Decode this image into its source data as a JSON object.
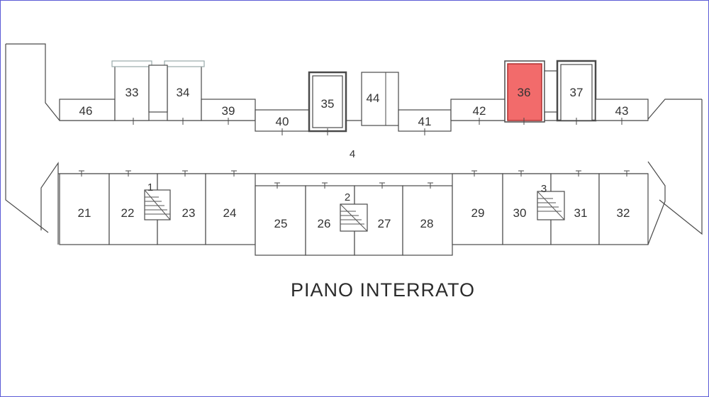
{
  "plan": {
    "title": "PIANO INTERRATO",
    "corridor_label": "4",
    "highlight_color": "#f26b6b",
    "stairs": [
      {
        "label": "1"
      },
      {
        "label": "2"
      },
      {
        "label": "3"
      }
    ],
    "top_units": [
      "46",
      "33",
      "34",
      "39",
      "40",
      "35",
      "44",
      "41",
      "42",
      "36",
      "37",
      "43"
    ],
    "bottom_units": [
      "21",
      "22",
      "23",
      "24",
      "25",
      "26",
      "27",
      "28",
      "29",
      "30",
      "31",
      "32"
    ],
    "highlighted_unit": "36"
  }
}
